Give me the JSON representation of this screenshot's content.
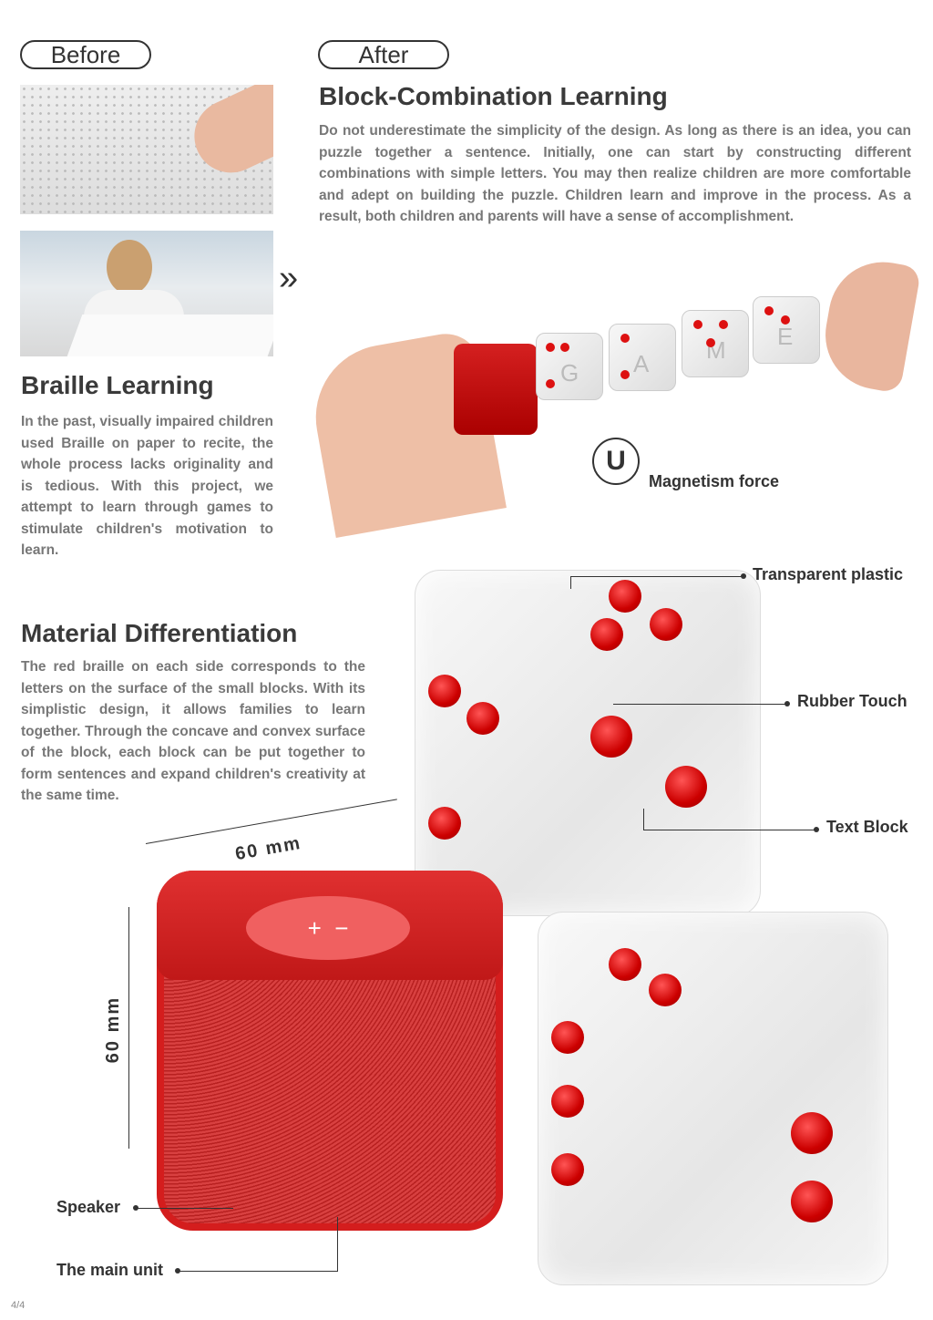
{
  "before_label": "Before",
  "after_label": "After",
  "braille": {
    "title": "Braille Learning",
    "body": "In the past, visually impaired children used Braille on paper to recite, the whole process lacks originality and is tedious. With this project, we attempt to learn through games to stimulate children's motivation to learn."
  },
  "block": {
    "title": "Block-Combination Learning",
    "body": "Do not underestimate the simplicity of the design. As long as there is an idea, you can puzzle together a sentence. Initially, one can start by constructing different combinations with simple letters. You may then realize children are more comfortable and adept on building the puzzle. Children learn and improve in the process. As a result, both children and parents will have a sense of accomplishment.",
    "magnet_label": "Magnetism force",
    "letters": [
      "G",
      "A",
      "M",
      "E"
    ]
  },
  "material": {
    "title": "Material Differentiation",
    "body": "The red braille on each side corresponds to the letters on the surface of the small blocks. With its simplistic design, it allows families to learn together. Through the concave and convex surface of the block, each block can be put together to form sentences and expand children's creativity at the same time."
  },
  "callouts": {
    "transparent": "Transparent plastic",
    "rubber": "Rubber Touch",
    "text_block": "Text Block",
    "speaker": "Speaker",
    "main_unit": "The main unit",
    "width_dim": "60 mm",
    "height_dim": "60 mm"
  },
  "page_number": "4/4",
  "colors": {
    "accent": "#d01818"
  }
}
